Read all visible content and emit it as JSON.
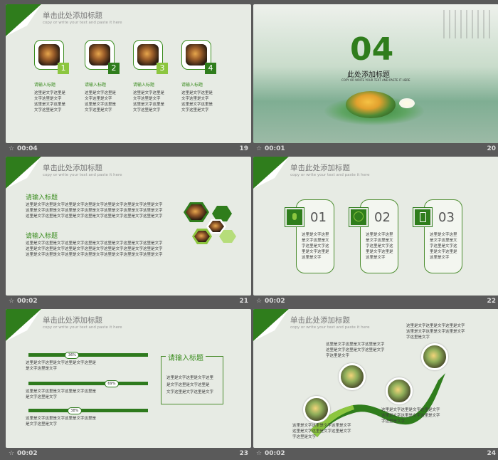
{
  "colors": {
    "accent": "#2f7d1c",
    "light_accent": "#8cc63f",
    "slide_bg": "#e7ebe4",
    "frame_bg": "#5a5a5a"
  },
  "common": {
    "title": "单击此处添加标题",
    "subtitle": "copy or write your text and paste it here",
    "lorem_line": "这里是文字这里是文字这里是文字这里是文字这里是文字这里是文字这里是文字"
  },
  "slides": [
    {
      "number": "19",
      "time": "00:04",
      "items": [
        {
          "num": "1",
          "heading": "请输入标题",
          "lines": [
            "这里是文字这里是",
            "文字这里是文字",
            "这里是文字这里是",
            "文字这里是文字"
          ]
        },
        {
          "num": "2",
          "heading": "请输入标题",
          "lines": [
            "这里是文字这里是",
            "文字这里是文字",
            "这里是文字这里是",
            "文字这里是文字"
          ]
        },
        {
          "num": "3",
          "heading": "请输入标题",
          "lines": [
            "这里是文字这里是",
            "文字这里是文字",
            "这里是文字这里是",
            "文字这里是文字"
          ]
        },
        {
          "num": "4",
          "heading": "请输入标题",
          "lines": [
            "这里是文字这里是",
            "文字这里是文字",
            "这里是文字这里是",
            "文字这里是文字"
          ]
        }
      ]
    },
    {
      "number": "20",
      "time": "00:01",
      "big_number": "04",
      "heading": "此处添加标题",
      "tagline": "COPY OR WRITE YOUR TEXT AND PASTE IT HERE"
    },
    {
      "number": "21",
      "time": "00:02",
      "sections": [
        {
          "heading": "请输入标题",
          "lines": [
            "这里是文字这里是文字这里是文字这里是文字这里是文字这里是文字这里是文字",
            "这里是文字这里是文字这里是文字这里是文字这里是文字这里是文字这里是文字",
            "这里是文字这里是文字这里是文字这里是文字这里是文字这里是文字这里是文字"
          ]
        },
        {
          "heading": "请输入标题",
          "lines": [
            "这里是文字这里是文字这里是文字这里是文字这里是文字这里是文字这里是文字",
            "这里是文字这里是文字这里是文字这里是文字这里是文字这里是文字这里是文字",
            "这里是文字这里是文字这里是文字这里是文字这里是文字这里是文字这里是文字"
          ]
        }
      ]
    },
    {
      "number": "22",
      "time": "00:02",
      "cards": [
        {
          "num": "01",
          "icon": "microphone-icon",
          "lines": [
            "这里是文字这里",
            "是文字这里是文",
            "字这里是文字这",
            "里是文字这里是",
            "这里是文字"
          ]
        },
        {
          "num": "02",
          "icon": "globe-icon",
          "lines": [
            "这里是文字这里",
            "是文字这里是文",
            "字这里是文字这",
            "里是文字这里是",
            "这里是文字"
          ]
        },
        {
          "num": "03",
          "icon": "phone-icon",
          "lines": [
            "这里是文字这里",
            "是文字这里是文",
            "字这里是文字这",
            "里是文字这里是",
            "这里是文字"
          ]
        }
      ]
    },
    {
      "number": "23",
      "time": "00:02",
      "bars": [
        {
          "percent": 36,
          "label": "36%",
          "lines": [
            "这里是文字这里是文字这里是文字这里是",
            "是文字这里是文字"
          ]
        },
        {
          "percent": 69,
          "label": "69%",
          "lines": [
            "这里是文字这里是文字这里是文字这里是",
            "是文字这里是文字"
          ]
        },
        {
          "percent": 38,
          "label": "38%",
          "lines": [
            "这里是文字这里是文字这里是文字这里是",
            "是文字这里是文字"
          ]
        }
      ],
      "box_heading": "请输入标题",
      "box_lines": [
        "这里是文字这里是文字这里",
        "是文字这里是文字这里是",
        "文字这里是文字这里是文字"
      ]
    },
    {
      "number": "24",
      "time": "00:02",
      "notes": [
        {
          "lines": [
            "这里是文字这里是文字这里是文字",
            "这里是文字这里是文字这里是文字",
            "字这里是文字"
          ]
        },
        {
          "lines": [
            "这里是文字这里是文字这里是文字",
            "这里是文字这里是文字这里是文字",
            "字这里是文字"
          ]
        },
        {
          "lines": [
            "这里是文字这里是文字这里是文字",
            "这里是文字这里是文字这里是文字",
            "字这里是文字"
          ]
        },
        {
          "lines": [
            "这里是文字这里是文字这里是文字",
            "这里是文字这里是文字这里是文字",
            "字这里是文字"
          ]
        }
      ]
    }
  ]
}
